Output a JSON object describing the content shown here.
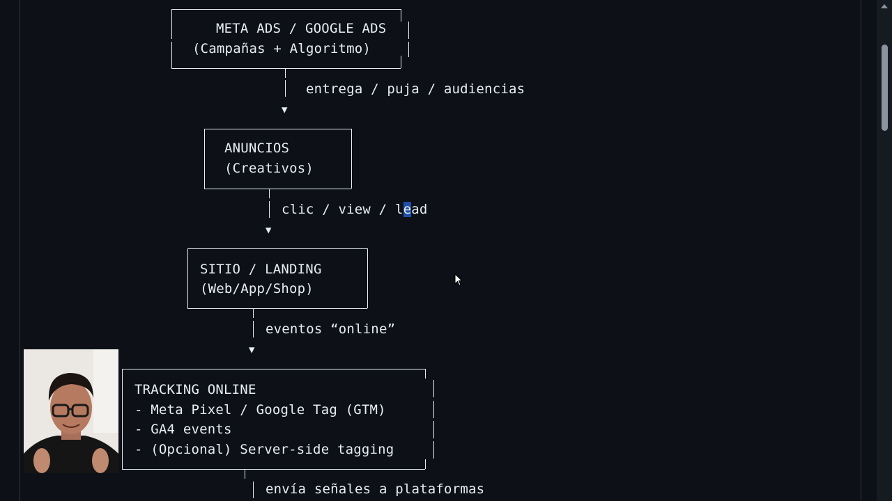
{
  "diagram": {
    "box1": {
      "line1": "META ADS / GOOGLE ADS",
      "line2": "(Campañas + Algoritmo)"
    },
    "edge1": "entrega / puja / audiencias",
    "box2": {
      "line1": "ANUNCIOS",
      "line2": "(Creativos)"
    },
    "edge2": {
      "prefix": "clic / view / l",
      "highlight": "e",
      "suffix": "ad"
    },
    "box3": {
      "line1": "SITIO / LANDING",
      "line2": "(Web/App/Shop)"
    },
    "edge3": "eventos “online”",
    "box4": {
      "line1": "TRACKING ONLINE",
      "line2": "- Meta Pixel / Google Tag (GTM)",
      "line3": "- GA4 events",
      "line4": "- (Opcional) Server-side tagging"
    },
    "edge4": "envía señales a plataformas"
  },
  "icons": {
    "arrow": "down-triangle",
    "cursor": "mouse-pointer-icon",
    "webcam": "presenter-webcam"
  },
  "colors": {
    "background": "#0d1117",
    "text": "#e6edf3",
    "selection": "#1f4fa8"
  }
}
